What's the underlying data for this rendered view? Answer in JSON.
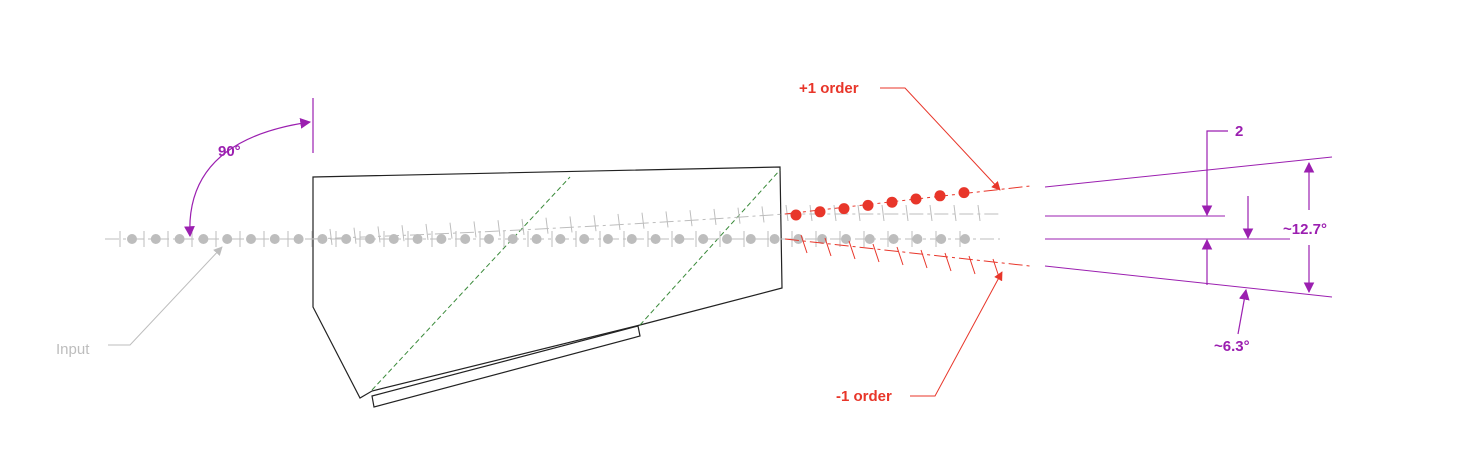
{
  "labels": {
    "plus_order": "+1 order",
    "minus_order": "-1 order",
    "input": "Input",
    "angle_90": "90°",
    "dim_2": "2",
    "angle_12_7": "~12.7°",
    "angle_6_3": "~6.3°"
  },
  "colors": {
    "purple": "#9b1fb0",
    "red": "#e8362a",
    "gray": "#bdbdbd",
    "green": "#3a8a3a",
    "black": "#222222"
  }
}
